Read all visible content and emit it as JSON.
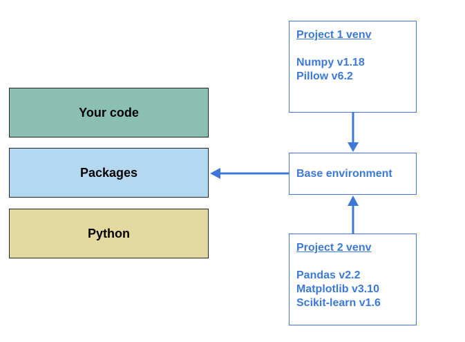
{
  "layers": [
    {
      "label": "Your code",
      "color": "#8bbfb2"
    },
    {
      "label": "Packages",
      "color": "#b4d8f0"
    },
    {
      "label": "Python",
      "color": "#e3d9a0"
    }
  ],
  "base_env": {
    "label": "Base environment"
  },
  "project1": {
    "title": "Project 1 venv",
    "packages": [
      "Numpy v1.18",
      "Pillow v6.2"
    ]
  },
  "project2": {
    "title": "Project 2 venv",
    "packages": [
      "Pandas v2.2",
      "Matplotlib v3.10",
      "Scikit-learn v1.6"
    ]
  },
  "colors": {
    "accent": "#3c78d8",
    "border": "#222222"
  }
}
